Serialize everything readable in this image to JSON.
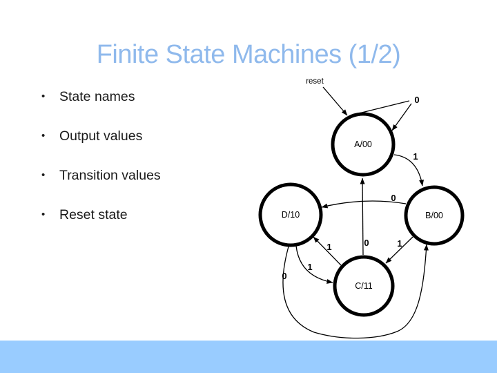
{
  "slide": {
    "title": "Finite State Machines (1/2)",
    "bullets": [
      "State names",
      "Output values",
      "Transition values",
      "Reset state"
    ],
    "colors": {
      "title_text": "#8FB9EC",
      "body_text": "#1A1A1A",
      "footer_bar": "#99CCFF",
      "diagram_ink": "#000000"
    }
  },
  "diagram": {
    "type": "state-machine",
    "reset_label": "reset",
    "states": [
      {
        "id": "A",
        "label": "A/00"
      },
      {
        "id": "B",
        "label": "B/00"
      },
      {
        "id": "C",
        "label": "C/11"
      },
      {
        "id": "D",
        "label": "D/10"
      }
    ],
    "transitions": [
      {
        "from": "reset",
        "to": "A",
        "label": "reset"
      },
      {
        "from": "A",
        "to": "A",
        "label": "0"
      },
      {
        "from": "A",
        "to": "B",
        "label": "1"
      },
      {
        "from": "B",
        "to": "D",
        "label": "0"
      },
      {
        "from": "C",
        "to": "A",
        "label": "0"
      },
      {
        "from": "B",
        "to": "C",
        "label": "1"
      },
      {
        "from": "C",
        "to": "D",
        "label": "1"
      },
      {
        "from": "D",
        "to": "C",
        "label": "1"
      },
      {
        "from": "D",
        "to": "B",
        "label": "0"
      }
    ]
  }
}
